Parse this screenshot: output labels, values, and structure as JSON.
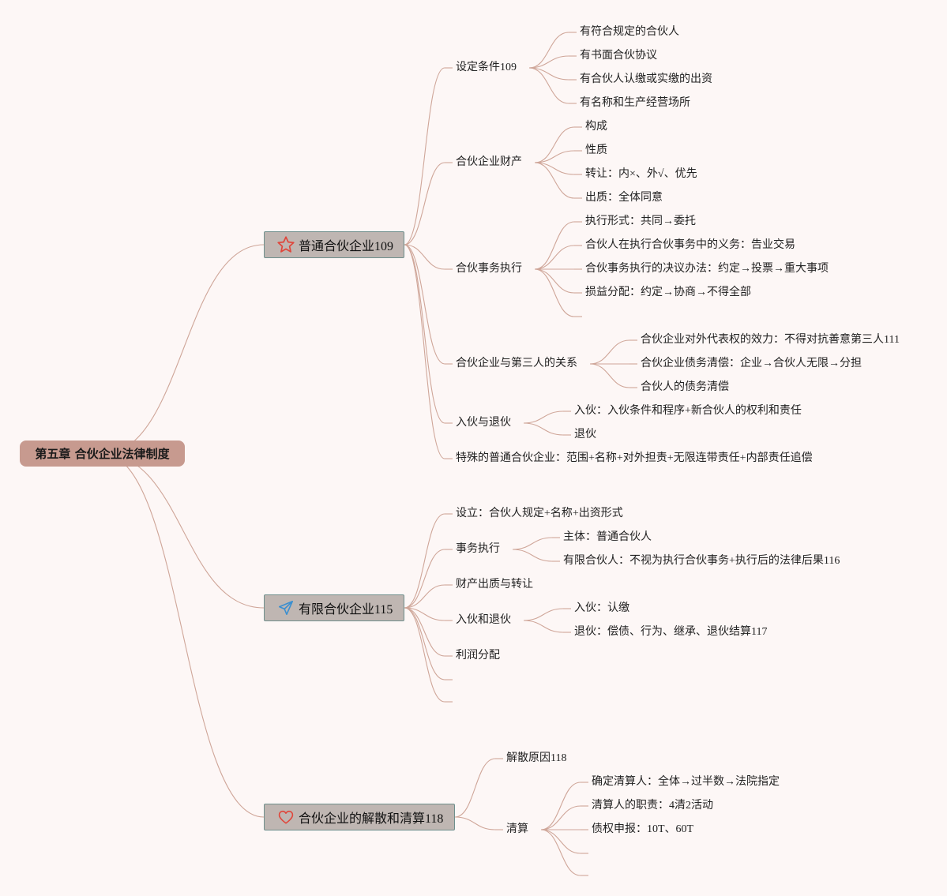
{
  "root": {
    "label": "第五章 合伙企业法律制度"
  },
  "branches": [
    {
      "label": "普通合伙企业109",
      "icon": "star-icon",
      "children": [
        {
          "label": "设定条件109",
          "children": [
            "有符合规定的合伙人",
            "有书面合伙协议",
            "有合伙人认缴或实缴的出资",
            "有名称和生产经营场所"
          ]
        },
        {
          "label": "合伙企业财产",
          "children": [
            "构成",
            "性质",
            "转让：内×、外√、优先",
            "出质：全体同意"
          ]
        },
        {
          "label": "合伙事务执行",
          "children": [
            "执行形式：共同→委托",
            "合伙人在执行合伙事务中的义务：告业交易",
            "合伙事务执行的决议办法：约定→投票→重大事项",
            "损益分配：约定→协商→不得全部"
          ]
        },
        {
          "label": "合伙企业与第三人的关系",
          "children": [
            "合伙企业对外代表权的效力：不得对抗善意第三人111",
            "合伙企业债务清偿：企业→合伙人无限→分担",
            "合伙人的债务清偿"
          ]
        },
        {
          "label": "入伙与退伙",
          "children": [
            "入伙：入伙条件和程序+新合伙人的权利和责任",
            "退伙"
          ]
        },
        {
          "label": "特殊的普通合伙企业：范围+名称+对外担责+无限连带责任+内部责任追偿",
          "children": []
        }
      ]
    },
    {
      "label": "有限合伙企业115",
      "icon": "paper-plane-icon",
      "children": [
        {
          "label": "设立：合伙人规定+名称+出资形式",
          "children": []
        },
        {
          "label": "事务执行",
          "children": [
            "主体：普通合伙人",
            "有限合伙人：不视为执行合伙事务+执行后的法律后果116"
          ]
        },
        {
          "label": "财产出质与转让",
          "children": []
        },
        {
          "label": "入伙和退伙",
          "children": [
            "入伙：认缴",
            "退伙：偿债、行为、继承、退伙结算117"
          ]
        },
        {
          "label": "利润分配",
          "children": []
        }
      ]
    },
    {
      "label": "合伙企业的解散和清算118",
      "icon": "heart-icon",
      "children": [
        {
          "label": "解散原因118",
          "children": []
        },
        {
          "label": "清算",
          "children": [
            "确定清算人：全体→过半数→法院指定",
            "清算人的职责：4清2活动",
            "债权申报：10T、60T"
          ]
        }
      ]
    }
  ],
  "colors": {
    "background": "#fdf7f6",
    "root": "#c79a8f",
    "branch": "#bfb6b2",
    "link": "#cfa699",
    "star": "#e0453a",
    "plane": "#3b8fd0",
    "heart": "#e0453a"
  }
}
